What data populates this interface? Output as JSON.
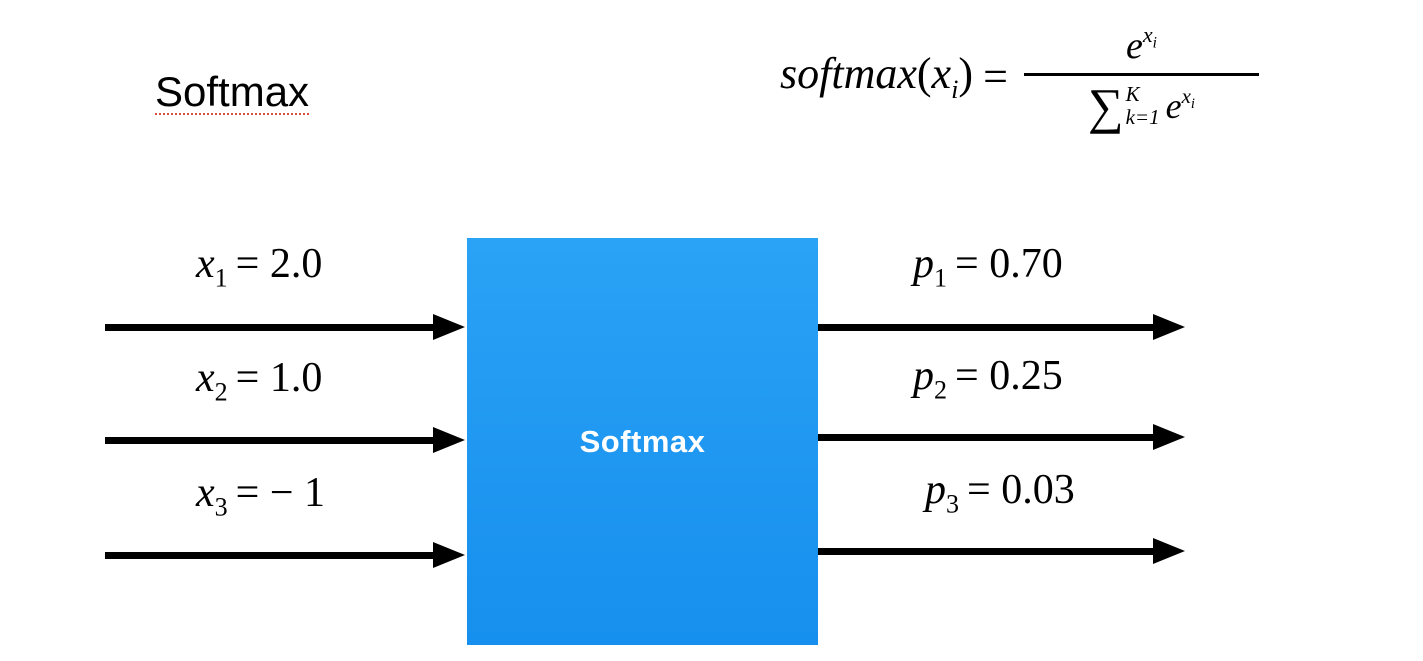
{
  "title": "Softmax",
  "formula": {
    "func": "softmax",
    "open": "(",
    "arg": "x",
    "arg_sub": "i",
    "close": ")",
    "equals": "=",
    "e": "e",
    "exp_var": "x",
    "exp_sub": "i",
    "sigma": "∑",
    "sum_upper": "K",
    "sum_lower": "k=1"
  },
  "box": {
    "label": "Softmax",
    "color_top": "#2aa2f5",
    "color_bottom": "#168fee"
  },
  "inputs": [
    {
      "name": "x",
      "sub": "1",
      "value": "= 2.0"
    },
    {
      "name": "x",
      "sub": "2",
      "value": "= 1.0"
    },
    {
      "name": "x",
      "sub": "3",
      "value": "= − 1"
    }
  ],
  "outputs": [
    {
      "name": "p",
      "sub": "1",
      "value": "= 0.70"
    },
    {
      "name": "p",
      "sub": "2",
      "value": "= 0.25"
    },
    {
      "name": "p",
      "sub": "3",
      "value": "= 0.03"
    }
  ]
}
